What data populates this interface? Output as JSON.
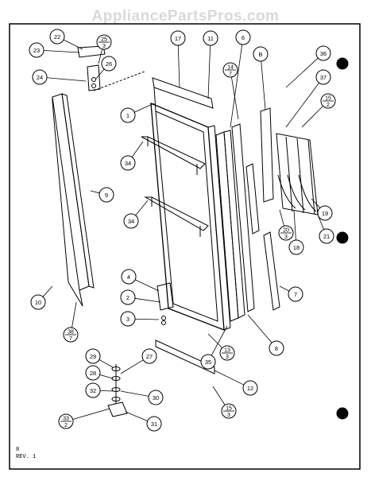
{
  "watermark": "AppliancePartsPros.com",
  "footer": {
    "line1": "8",
    "line2": "REV. 1"
  },
  "callouts": [
    {
      "id": "c22",
      "label": "22"
    },
    {
      "id": "c23",
      "label": "23"
    },
    {
      "id": "c25",
      "num": "25",
      "den": "3"
    },
    {
      "id": "c26",
      "label": "26"
    },
    {
      "id": "c24",
      "label": "24"
    },
    {
      "id": "c17",
      "label": "17"
    },
    {
      "id": "c11",
      "label": "11"
    },
    {
      "id": "c6",
      "label": "6"
    },
    {
      "id": "cB",
      "label": "B"
    },
    {
      "id": "c36",
      "label": "36"
    },
    {
      "id": "c14",
      "num": "14",
      "den": "7"
    },
    {
      "id": "c37",
      "label": "37"
    },
    {
      "id": "c15a",
      "num": "15",
      "den": "2"
    },
    {
      "id": "c1",
      "label": "1"
    },
    {
      "id": "c34a",
      "label": "34"
    },
    {
      "id": "c9",
      "label": "9"
    },
    {
      "id": "c34b",
      "label": "34"
    },
    {
      "id": "c19",
      "label": "19"
    },
    {
      "id": "c20",
      "num": "20",
      "den": "3"
    },
    {
      "id": "c21",
      "label": "21"
    },
    {
      "id": "c18",
      "label": "18"
    },
    {
      "id": "c7",
      "label": "7"
    },
    {
      "id": "c4",
      "label": "4"
    },
    {
      "id": "c2",
      "label": "2"
    },
    {
      "id": "c3",
      "label": "3"
    },
    {
      "id": "c10",
      "label": "10"
    },
    {
      "id": "c38",
      "num": "38",
      "den": "7"
    },
    {
      "id": "c13",
      "num": "13",
      "den": "3"
    },
    {
      "id": "c35",
      "label": "35"
    },
    {
      "id": "c8",
      "label": "8"
    },
    {
      "id": "c29",
      "label": "29"
    },
    {
      "id": "c27",
      "label": "27"
    },
    {
      "id": "c28",
      "label": "28"
    },
    {
      "id": "c12",
      "label": "12"
    },
    {
      "id": "c30",
      "label": "30"
    },
    {
      "id": "c32",
      "label": "32"
    },
    {
      "id": "c15b",
      "num": "15",
      "den": "3"
    },
    {
      "id": "c33",
      "num": "33",
      "den": "2"
    },
    {
      "id": "c31",
      "label": "31"
    }
  ]
}
